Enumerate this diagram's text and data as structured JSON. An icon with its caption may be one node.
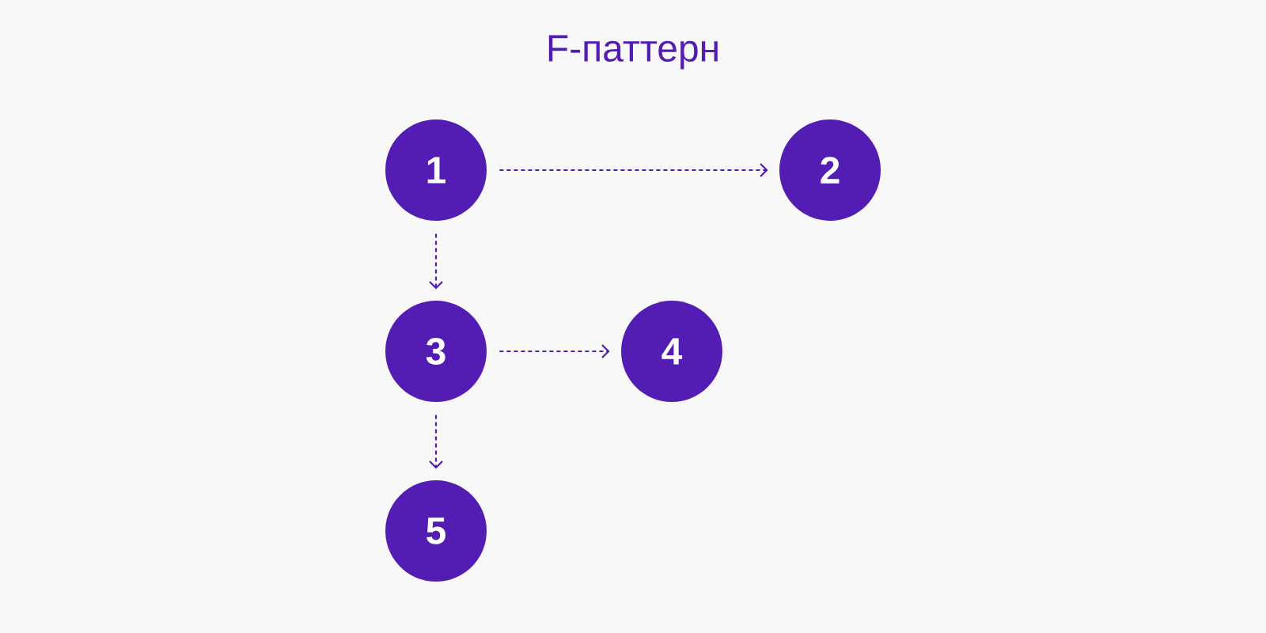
{
  "diagram": {
    "title": "F-паттерн",
    "nodes": [
      {
        "text": [
          "1"
        ]
      },
      {
        "text": [
          "2"
        ]
      },
      {
        "text": [
          "3"
        ]
      },
      {
        "text": [
          "4"
        ]
      },
      {
        "text": [
          "5"
        ]
      }
    ],
    "edges": [
      {
        "from": 0,
        "to": 1,
        "arrow": "to",
        "style": "dashed"
      },
      {
        "from": 0,
        "to": 2,
        "arrow": "to",
        "style": "dashed"
      },
      {
        "from": 2,
        "to": 3,
        "arrow": "to",
        "style": "dashed"
      },
      {
        "from": 2,
        "to": 4,
        "arrow": "to",
        "style": "dashed"
      }
    ]
  }
}
